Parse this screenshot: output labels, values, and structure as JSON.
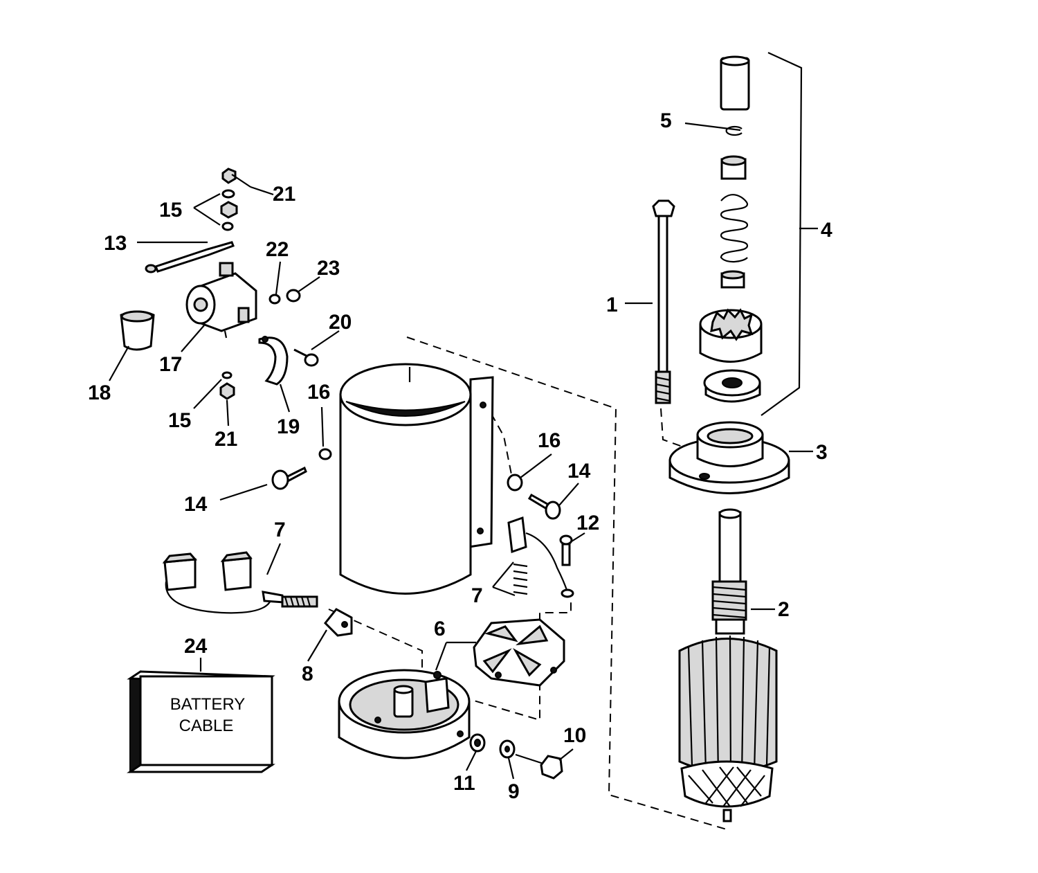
{
  "diagram": {
    "callouts": [
      {
        "id": "c1",
        "text": "1"
      },
      {
        "id": "c2",
        "text": "2"
      },
      {
        "id": "c3",
        "text": "3"
      },
      {
        "id": "c4",
        "text": "4"
      },
      {
        "id": "c5",
        "text": "5"
      },
      {
        "id": "c6",
        "text": "6"
      },
      {
        "id": "c7a",
        "text": "7"
      },
      {
        "id": "c7b",
        "text": "7"
      },
      {
        "id": "c8",
        "text": "8"
      },
      {
        "id": "c9",
        "text": "9"
      },
      {
        "id": "c10",
        "text": "10"
      },
      {
        "id": "c11",
        "text": "11"
      },
      {
        "id": "c12",
        "text": "12"
      },
      {
        "id": "c13",
        "text": "13"
      },
      {
        "id": "c14a",
        "text": "14"
      },
      {
        "id": "c14b",
        "text": "14"
      },
      {
        "id": "c15a",
        "text": "15"
      },
      {
        "id": "c15b",
        "text": "15"
      },
      {
        "id": "c16a",
        "text": "16"
      },
      {
        "id": "c16b",
        "text": "16"
      },
      {
        "id": "c17",
        "text": "17"
      },
      {
        "id": "c18",
        "text": "18"
      },
      {
        "id": "c19",
        "text": "19"
      },
      {
        "id": "c20",
        "text": "20"
      },
      {
        "id": "c21a",
        "text": "21"
      },
      {
        "id": "c21b",
        "text": "21"
      },
      {
        "id": "c22",
        "text": "22"
      },
      {
        "id": "c23",
        "text": "23"
      },
      {
        "id": "c24",
        "text": "24"
      }
    ],
    "battery_box": {
      "line1": "BATTERY",
      "line2": "CABLE"
    }
  }
}
